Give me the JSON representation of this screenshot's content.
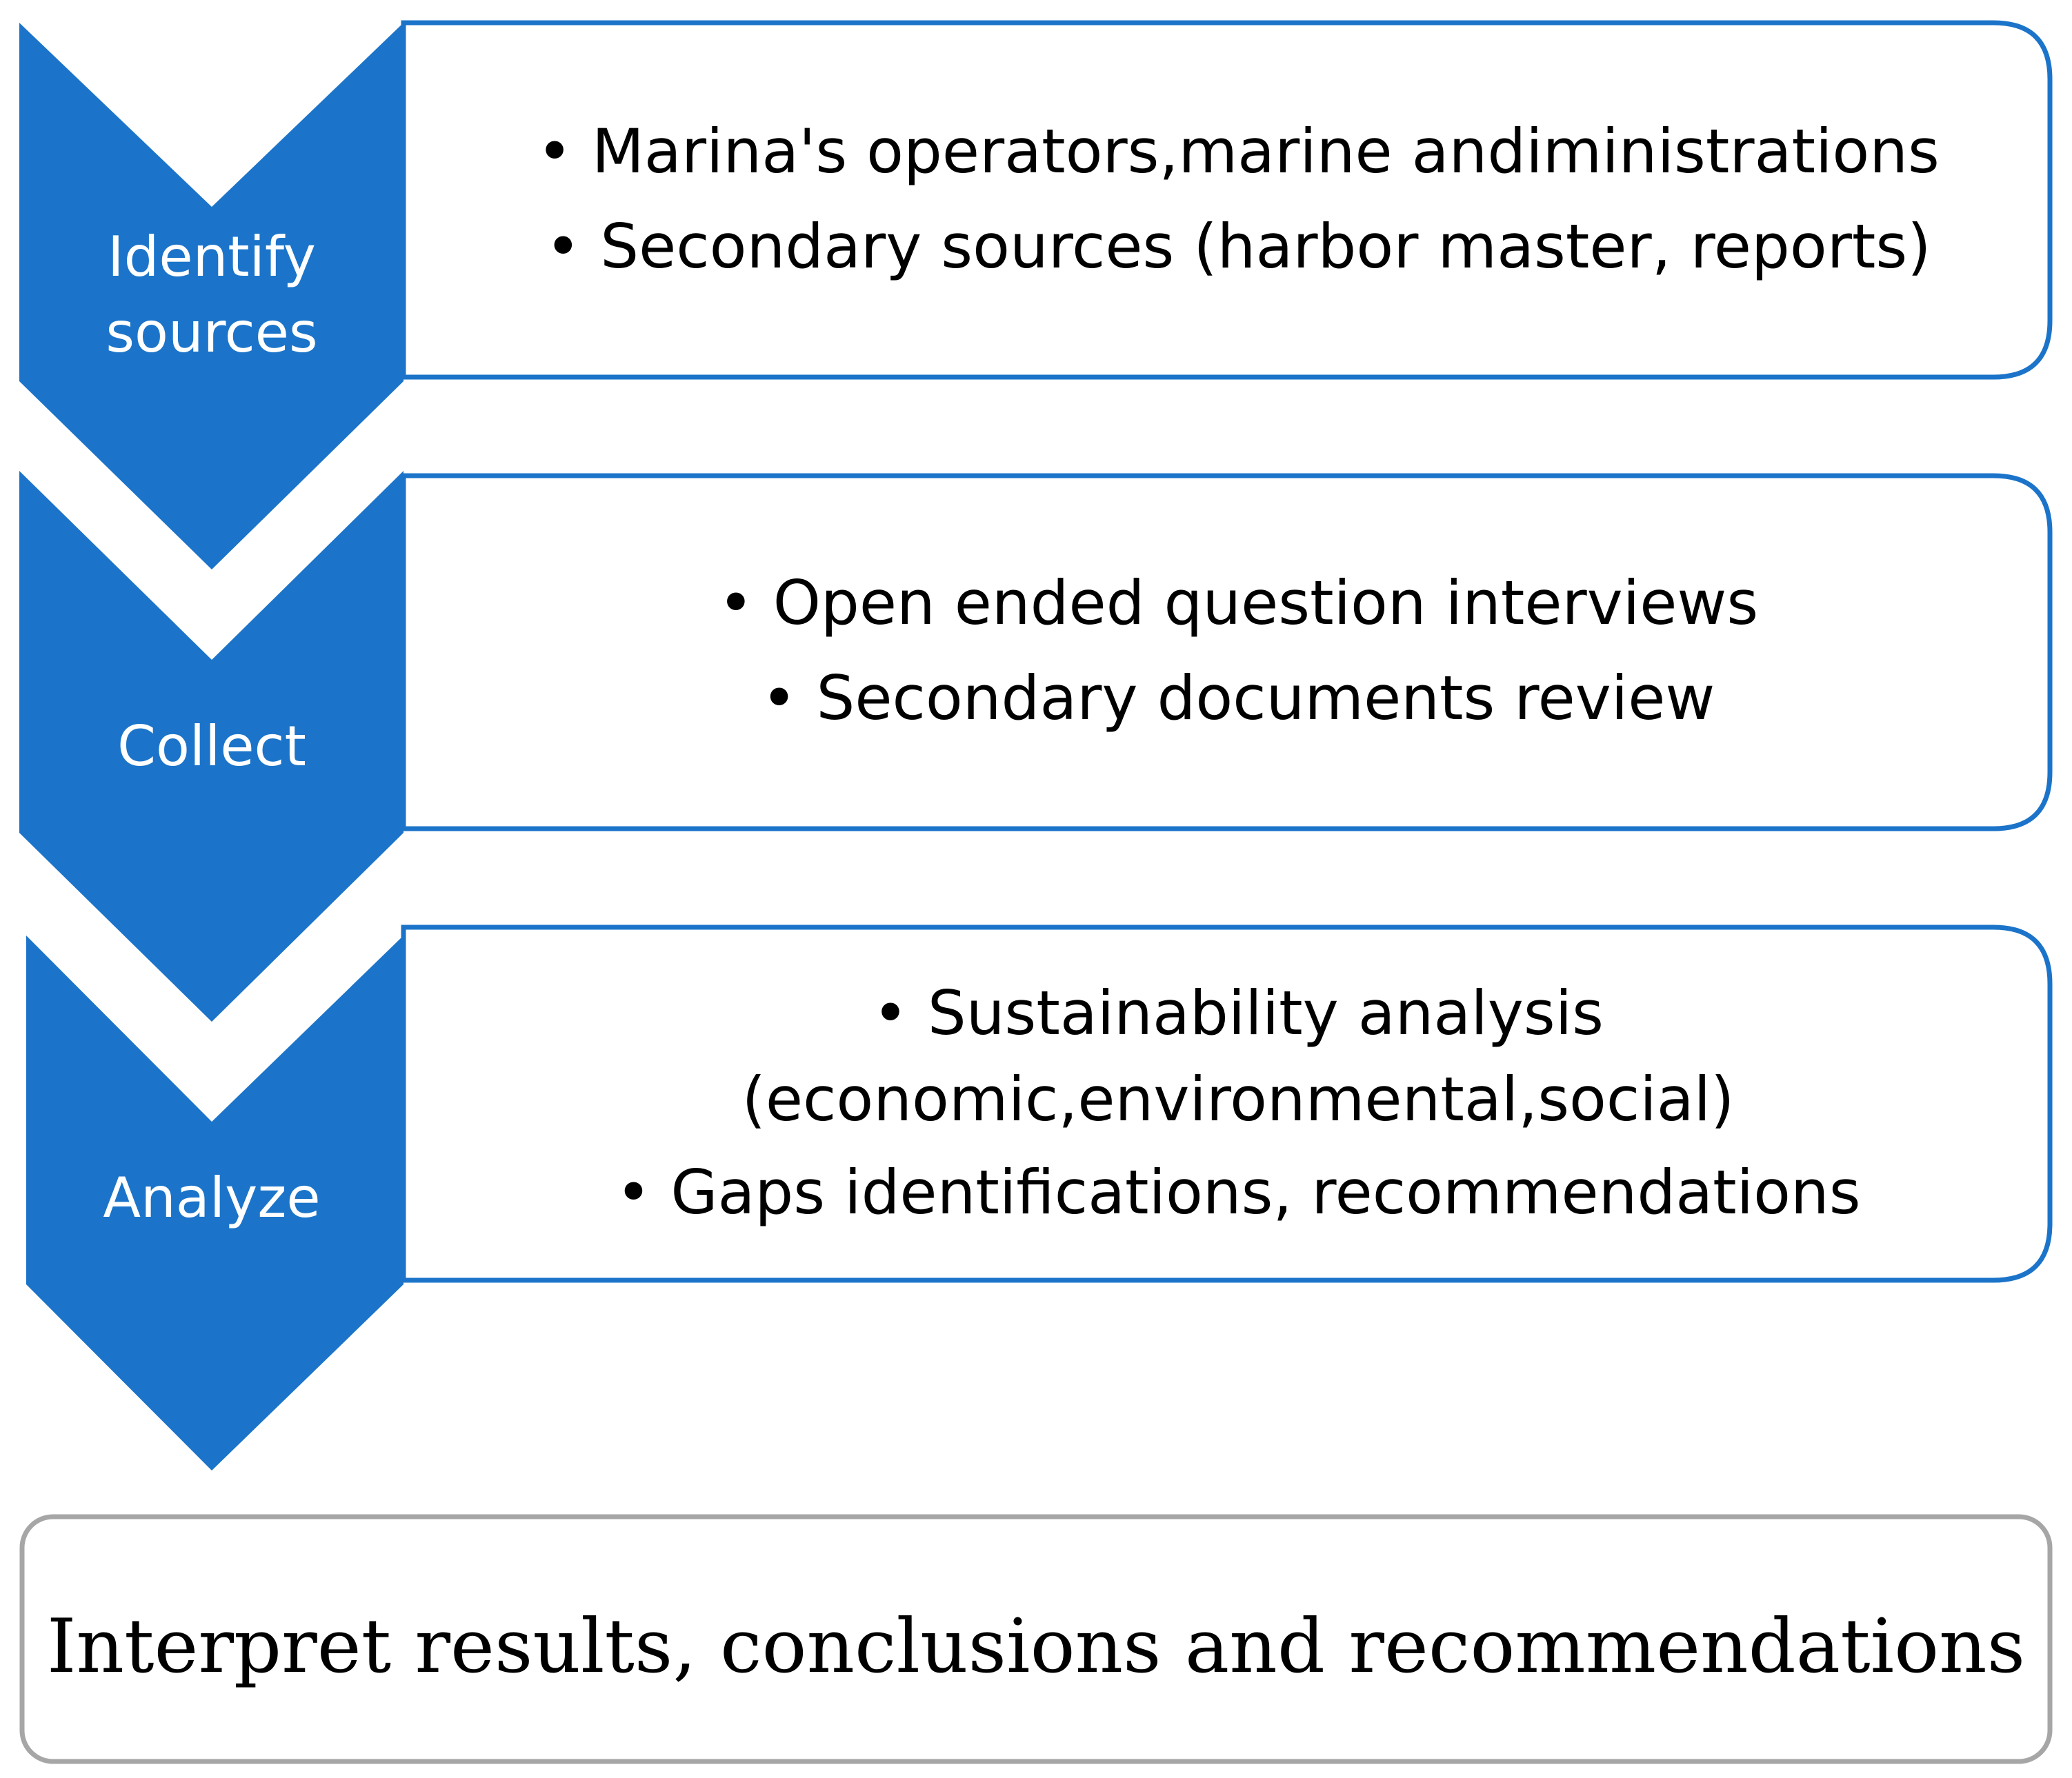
{
  "colors": {
    "chevron_fill": "#1b74c9",
    "box_stroke": "#1b74c9",
    "final_box_stroke": "#a6a6a6",
    "text": "#000000",
    "chevron_text": "#ffffff"
  },
  "steps": [
    {
      "label_lines": [
        "Identify",
        "sources"
      ],
      "bullets": [
        "• Marina's operators,marine andiministrations",
        "• Secondary sources (harbor master, reports)"
      ]
    },
    {
      "label_lines": [
        "Collect"
      ],
      "bullets": [
        "• Open ended question interviews",
        "• Secondary documents review"
      ]
    },
    {
      "label_lines": [
        "Analyze"
      ],
      "bullets": [
        "• Sustainability analysis",
        "(economic,environmental,social)",
        "• Gaps identifications, recommendations"
      ]
    }
  ],
  "final_box": {
    "text": "Interpret results, conclusions and recommendations"
  }
}
